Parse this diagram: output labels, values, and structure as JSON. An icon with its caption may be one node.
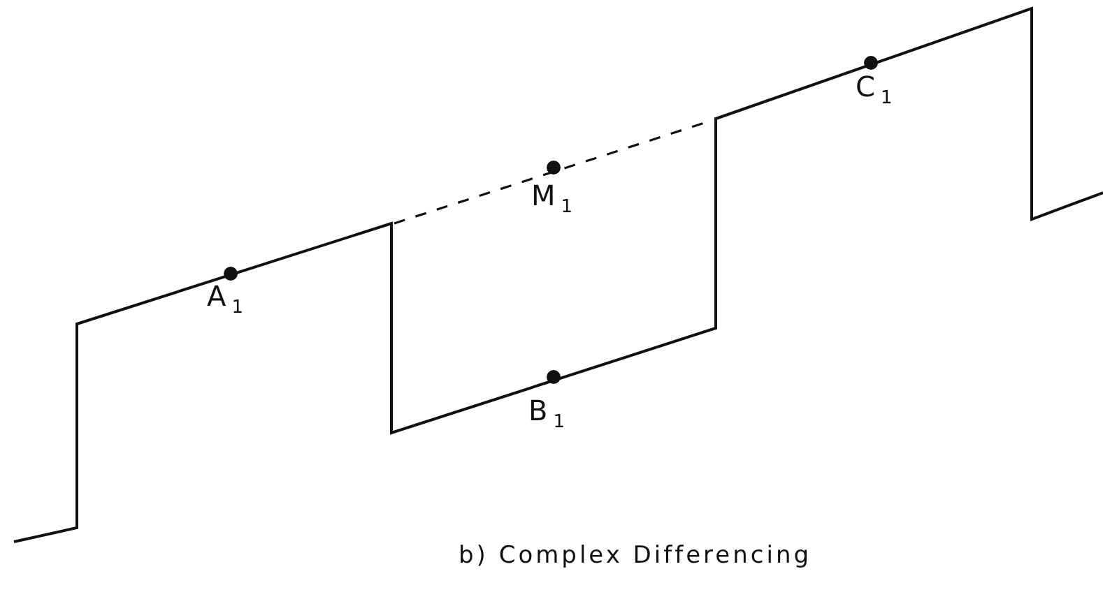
{
  "diagram": {
    "caption": "b) Complex Differencing",
    "labels": [
      "C$_{1}$",
      "M$_{1}$",
      "A$_{1}$",
      "B$_{1}$"
    ]
  }
}
